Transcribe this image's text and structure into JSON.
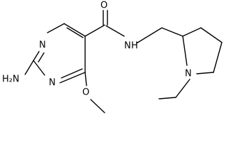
{
  "molecule": {
    "atoms": {
      "nh2": "H₂N",
      "n_ring_top": "N",
      "n_ring_bottom": "N",
      "o_carbonyl": "O",
      "nh_amide": "N",
      "h_amide": "H",
      "o_methoxy": "O",
      "n_pyrrolidine": "N"
    },
    "colors": {
      "bond": "#000000",
      "text": "#000000",
      "background": "#ffffff"
    }
  }
}
